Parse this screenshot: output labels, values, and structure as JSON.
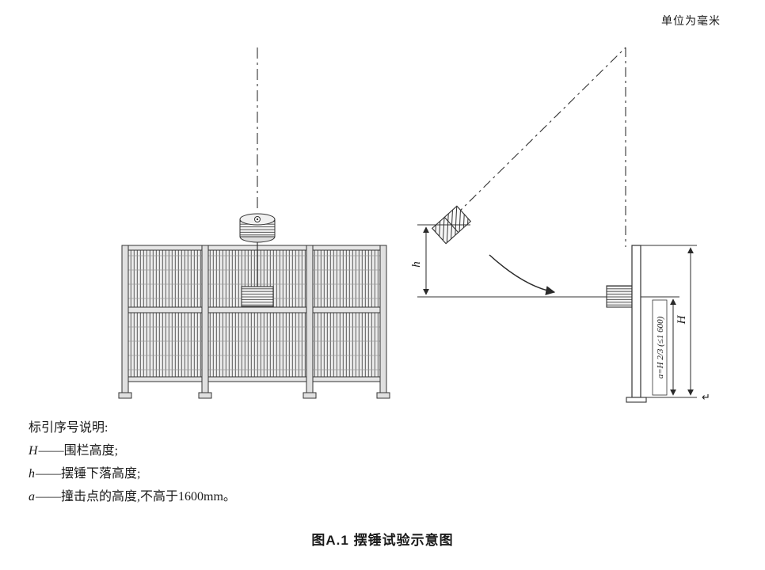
{
  "unit_note": "单位为毫米",
  "labels": {
    "h": "h",
    "H": "H",
    "a": "a=H 2/3 (≤1 600)",
    "return_mark": "↵"
  },
  "legend": {
    "title": "标引序号说明:",
    "items": [
      {
        "var": "H",
        "desc": "——围栏高度;"
      },
      {
        "var": "h",
        "desc": "——摆锤下落高度;"
      },
      {
        "var": "a",
        "desc": "——撞击点的高度,不高于1600mm。"
      }
    ]
  },
  "caption": "图A.1  摆锤试验示意图"
}
